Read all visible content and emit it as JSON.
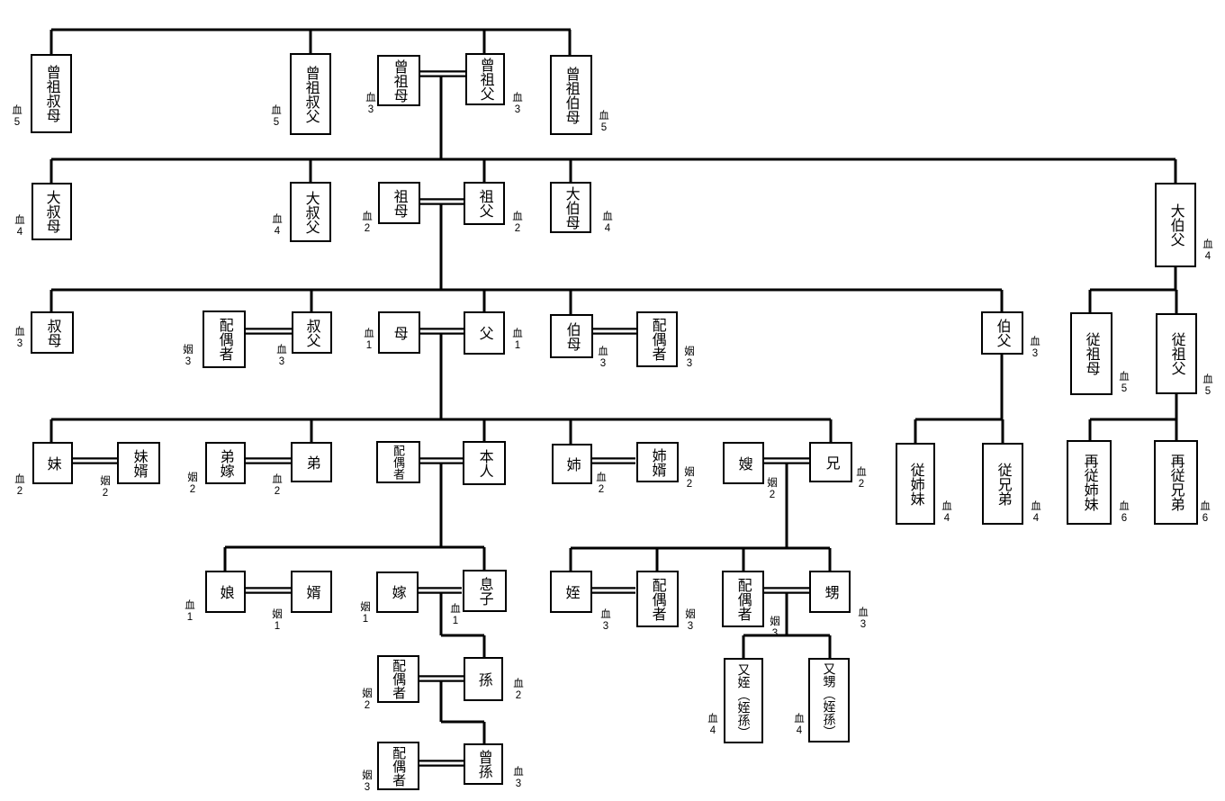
{
  "diagram": {
    "blood_char": "血",
    "marriage_char": "姻",
    "nodes": [
      {
        "id": "soso-shukubo",
        "label": "曾祖叔母",
        "rel": "血",
        "deg": "5"
      },
      {
        "id": "soso-shukufu",
        "label": "曾祖叔父",
        "rel": "血",
        "deg": "5"
      },
      {
        "id": "sosobo",
        "label": "曾祖母",
        "rel": "血",
        "deg": "3"
      },
      {
        "id": "sosofu",
        "label": "曾祖父",
        "rel": "血",
        "deg": "3"
      },
      {
        "id": "soso-hakubo",
        "label": "曾祖伯母",
        "rel": "血",
        "deg": "5"
      },
      {
        "id": "o-shukubo",
        "label": "大叔母",
        "rel": "血",
        "deg": "4"
      },
      {
        "id": "o-shukufu",
        "label": "大叔父",
        "rel": "血",
        "deg": "4"
      },
      {
        "id": "sobo",
        "label": "祖母",
        "rel": "血",
        "deg": "2"
      },
      {
        "id": "sofu",
        "label": "祖父",
        "rel": "血",
        "deg": "2"
      },
      {
        "id": "o-hakubo",
        "label": "大伯母",
        "rel": "血",
        "deg": "4"
      },
      {
        "id": "o-hakufu",
        "label": "大伯父",
        "rel": "血",
        "deg": "4"
      },
      {
        "id": "shukubo",
        "label": "叔母",
        "rel": "血",
        "deg": "3"
      },
      {
        "id": "spouse-shukufu",
        "label": "配偶者",
        "rel": "姻",
        "deg": "3"
      },
      {
        "id": "shukufu",
        "label": "叔父",
        "rel": "血",
        "deg": "3"
      },
      {
        "id": "haha",
        "label": "母",
        "rel": "血",
        "deg": "1"
      },
      {
        "id": "chichi",
        "label": "父",
        "rel": "血",
        "deg": "1"
      },
      {
        "id": "hakubo",
        "label": "伯母",
        "rel": "血",
        "deg": "3"
      },
      {
        "id": "spouse-hakubo",
        "label": "配偶者",
        "rel": "姻",
        "deg": "3"
      },
      {
        "id": "hakufu",
        "label": "伯父",
        "rel": "血",
        "deg": "3"
      },
      {
        "id": "ju-sobo",
        "label": "従祖母",
        "rel": "血",
        "deg": "5"
      },
      {
        "id": "ju-sofu",
        "label": "従祖父",
        "rel": "血",
        "deg": "5"
      },
      {
        "id": "imoto",
        "label": "妹",
        "rel": "血",
        "deg": "2"
      },
      {
        "id": "imoto-muko",
        "label": "妹婿",
        "rel": "姻",
        "deg": "2"
      },
      {
        "id": "ototo-yome",
        "label": "弟嫁",
        "rel": "姻",
        "deg": "2"
      },
      {
        "id": "ototo",
        "label": "弟",
        "rel": "血",
        "deg": "2"
      },
      {
        "id": "spouse-honnin",
        "label": "配偶者",
        "rel": null,
        "deg": null
      },
      {
        "id": "honnin",
        "label": "本人",
        "rel": null,
        "deg": null
      },
      {
        "id": "ane",
        "label": "姉",
        "rel": "血",
        "deg": "2"
      },
      {
        "id": "ane-muko",
        "label": "姉婿",
        "rel": "姻",
        "deg": "2"
      },
      {
        "id": "ani-yome",
        "label": "嫂",
        "rel": "姻",
        "deg": "2"
      },
      {
        "id": "ani",
        "label": "兄",
        "rel": "血",
        "deg": "2"
      },
      {
        "id": "ju-shimai",
        "label": "従姉妹",
        "rel": "血",
        "deg": "4"
      },
      {
        "id": "ju-kyodai",
        "label": "従兄弟",
        "rel": "血",
        "deg": "4"
      },
      {
        "id": "saiju-shimai",
        "label": "再従姉妹",
        "rel": "血",
        "deg": "6"
      },
      {
        "id": "saiju-kyodai",
        "label": "再従兄弟",
        "rel": "血",
        "deg": "6"
      },
      {
        "id": "musume",
        "label": "娘",
        "rel": "血",
        "deg": "1"
      },
      {
        "id": "muko",
        "label": "婿",
        "rel": "姻",
        "deg": "1"
      },
      {
        "id": "yome",
        "label": "嫁",
        "rel": "姻",
        "deg": "1"
      },
      {
        "id": "musuko",
        "label": "息子",
        "rel": "血",
        "deg": "1"
      },
      {
        "id": "mei",
        "label": "姪",
        "rel": "血",
        "deg": "3"
      },
      {
        "id": "spouse-mei",
        "label": "配偶者",
        "rel": "姻",
        "deg": "3"
      },
      {
        "id": "spouse-oi",
        "label": "配偶者",
        "rel": "姻",
        "deg": "3"
      },
      {
        "id": "oi",
        "label": "甥",
        "rel": "血",
        "deg": "3"
      },
      {
        "id": "spouse-mago",
        "label": "配偶者",
        "rel": "姻",
        "deg": "2"
      },
      {
        "id": "mago",
        "label": "孫",
        "rel": "血",
        "deg": "2"
      },
      {
        "id": "mata-mei",
        "label": "又姪（姪孫）",
        "rel": "血",
        "deg": "4"
      },
      {
        "id": "mata-oi",
        "label": "又甥（姪孫）",
        "rel": "血",
        "deg": "4"
      },
      {
        "id": "spouse-soson",
        "label": "配偶者",
        "rel": "姻",
        "deg": "3"
      },
      {
        "id": "soson",
        "label": "曾孫",
        "rel": "血",
        "deg": "3"
      }
    ]
  }
}
